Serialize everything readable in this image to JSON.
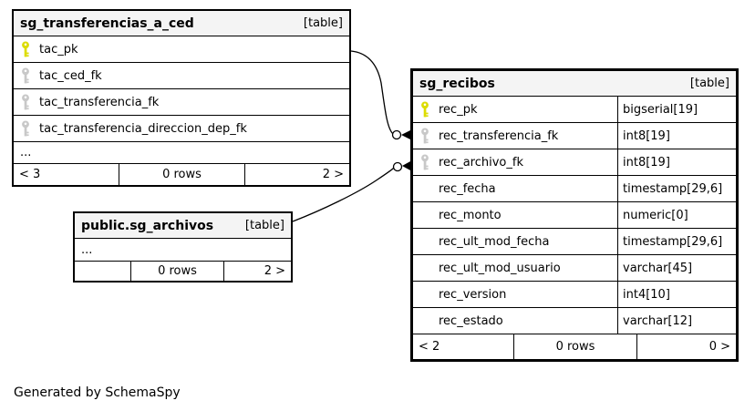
{
  "diagram": {
    "generator_note": "Generated by SchemaSpy",
    "colors": {
      "primary_key_icon": "#dcdc00",
      "foreign_key_icon": "#c8c8c8",
      "table_header_bg": "#f4f4f4",
      "border": "#000000"
    },
    "relationships": [
      {
        "from": "sg_transferencias_a_ced.tac_pk",
        "to": "sg_recibos.rec_transferencia_fk"
      },
      {
        "from": "public.sg_archivos",
        "to": "sg_recibos.rec_archivo_fk"
      }
    ]
  },
  "tables": [
    {
      "title": "sg_transferencias_a_ced",
      "badge": "[table]",
      "columns": [
        {
          "name": "tac_pk",
          "key": "primary"
        },
        {
          "name": "tac_ced_fk",
          "key": "foreign"
        },
        {
          "name": "tac_transferencia_fk",
          "key": "foreign"
        },
        {
          "name": "tac_transferencia_direccion_dep_fk",
          "key": "foreign"
        }
      ],
      "ellipsis": "...",
      "footer": {
        "left": "< 3",
        "center": "0 rows",
        "right": "2 >"
      }
    },
    {
      "title": "sg_recibos",
      "badge": "[table]",
      "columns": [
        {
          "name": "rec_pk",
          "key": "primary",
          "type": "bigserial[19]"
        },
        {
          "name": "rec_transferencia_fk",
          "key": "foreign",
          "type": "int8[19]"
        },
        {
          "name": "rec_archivo_fk",
          "key": "foreign",
          "type": "int8[19]"
        },
        {
          "name": "rec_fecha",
          "key": "none",
          "type": "timestamp[29,6]"
        },
        {
          "name": "rec_monto",
          "key": "none",
          "type": "numeric[0]"
        },
        {
          "name": "rec_ult_mod_fecha",
          "key": "none",
          "type": "timestamp[29,6]"
        },
        {
          "name": "rec_ult_mod_usuario",
          "key": "none",
          "type": "varchar[45]"
        },
        {
          "name": "rec_version",
          "key": "none",
          "type": "int4[10]"
        },
        {
          "name": "rec_estado",
          "key": "none",
          "type": "varchar[12]"
        }
      ],
      "footer": {
        "left": "< 2",
        "center": "0 rows",
        "right": "0 >"
      }
    },
    {
      "title": "public.sg_archivos",
      "badge": "[table]",
      "ellipsis": "...",
      "footer": {
        "left": "",
        "center": "0 rows",
        "right": "2 >"
      }
    }
  ]
}
